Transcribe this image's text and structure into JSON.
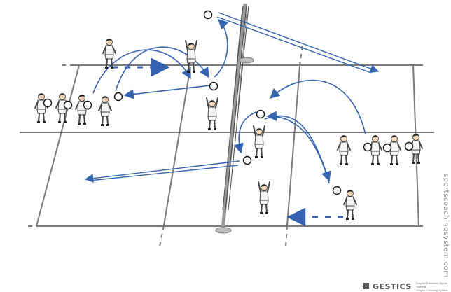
{
  "brand": {
    "name": "GESTICS",
    "tagline_line1": "Graphic Exercises Sports Training",
    "tagline_line2": "Images Coaching System"
  },
  "watermark": "sportscoachingsystem.com",
  "colors": {
    "court_line": "#7a7a7a",
    "trajectory": "#3563b0",
    "ball_outline": "#111111",
    "background": "#ffffff"
  },
  "icons": {
    "brand": "gestics-logo-icon",
    "ball": "volleyball-icon",
    "player": "volleyball-player-icon"
  }
}
